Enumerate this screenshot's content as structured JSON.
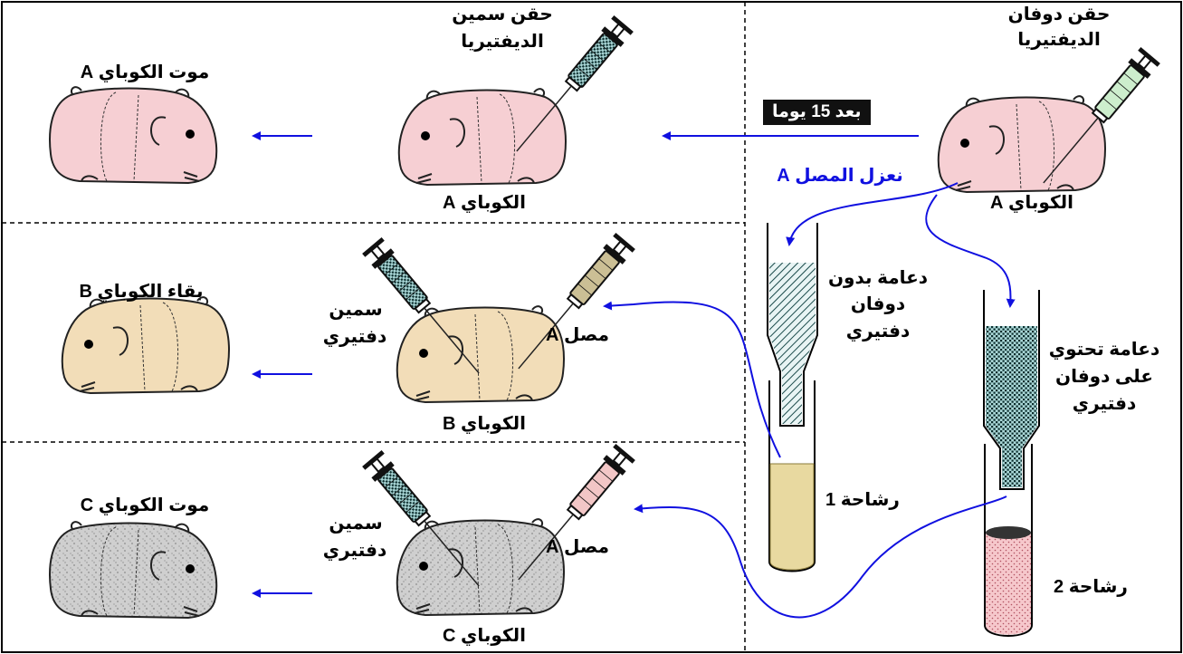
{
  "left_panel": {
    "row_a": {
      "injection_label_line1": "حقن سمين",
      "injection_label_line2": "الديفتيريا",
      "pig_label": "الكوباي A",
      "result_label": "موت الكوباي A"
    },
    "row_b": {
      "syringe_left_label_line1": "سمين",
      "syringe_left_label_line2": "دفتيري",
      "syringe_right_label": "مصل A",
      "pig_label": "الكوباي B",
      "result_label": "بقاء الكوباي B"
    },
    "row_c": {
      "syringe_left_label_line1": "سمين",
      "syringe_left_label_line2": "دفتيري",
      "syringe_right_label": "مصل A",
      "pig_label": "الكوباي C",
      "result_label": "موت الكوباي C"
    }
  },
  "right_panel": {
    "injection_label_line1": "حقن دوفان",
    "injection_label_line2": "الديفتيريا",
    "pig_label": "الكوباي A",
    "time_badge": "بعد 15 يوما",
    "serum_isolation_label": "نعزل المصل A",
    "column1_label_line1": "دعامة بدون",
    "column1_label_line2": "دوفان",
    "column1_label_line3": "دفتيري",
    "column2_label_line1": "دعامة تحتوي",
    "column2_label_line2": "على دوفان",
    "column2_label_line3": "دفتيري",
    "filtrate1_label": "رشاحة 1",
    "filtrate2_label": "رشاحة 2"
  },
  "colors": {
    "arrow_blue": "#1010e0",
    "pig_pink": "#f6cfd3",
    "pig_tan": "#f2ddb8",
    "pig_grey": "#cfcfcf",
    "syringe_green": "#cdeecd",
    "syringe_tan": "#cbbf95",
    "syringe_pink": "#f2c6c6",
    "filtrate1_fill": "#e8d9a0",
    "filtrate2_fill": "#f6c8cc"
  }
}
